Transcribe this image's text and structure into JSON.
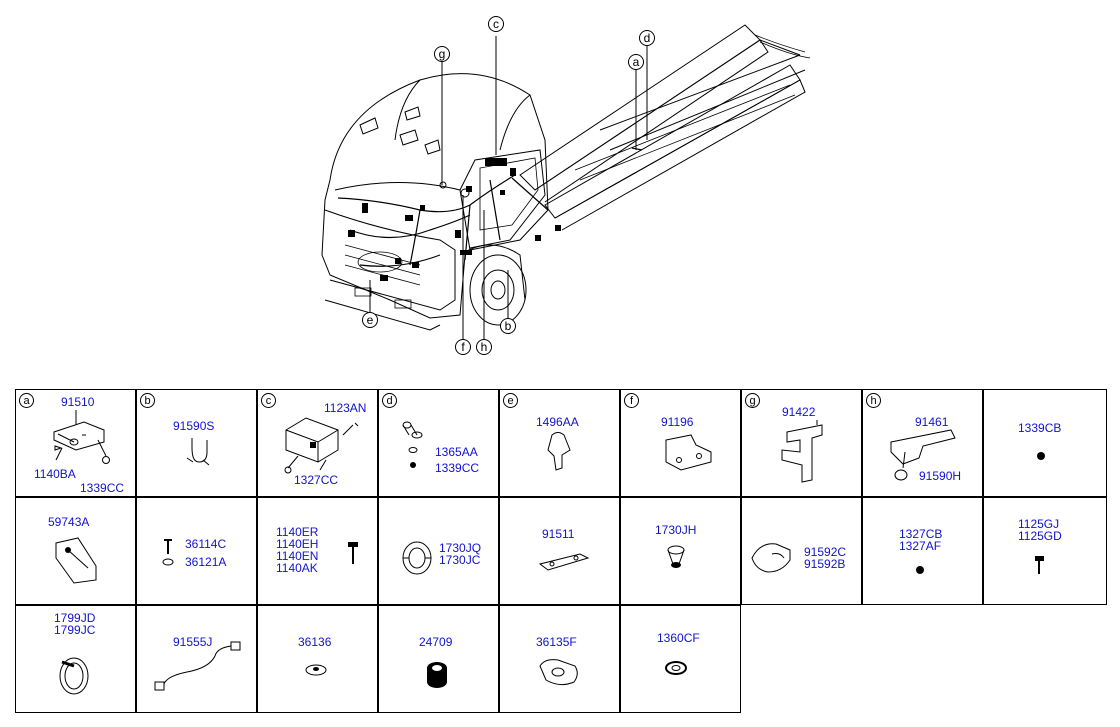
{
  "overview": {
    "callouts": [
      "a",
      "b",
      "c",
      "d",
      "e",
      "f",
      "g",
      "h"
    ]
  },
  "cells": [
    {
      "letter": "a",
      "parts": [
        "91510",
        "1140BA",
        "1339CC"
      ]
    },
    {
      "letter": "b",
      "parts": [
        "91590S"
      ]
    },
    {
      "letter": "c",
      "parts": [
        "1123AN",
        "1327CC"
      ]
    },
    {
      "letter": "d",
      "parts": [
        "1365AA",
        "1339CC"
      ]
    },
    {
      "letter": "e",
      "parts": [
        "1496AA"
      ]
    },
    {
      "letter": "f",
      "parts": [
        "91196"
      ]
    },
    {
      "letter": "g",
      "parts": [
        "91422"
      ]
    },
    {
      "letter": "h",
      "parts": [
        "91461",
        "91590H"
      ]
    },
    {
      "letter": "",
      "parts": [
        "1339CB"
      ]
    },
    {
      "letter": "",
      "parts": [
        "59743A"
      ]
    },
    {
      "letter": "",
      "parts": [
        "36114C",
        "36121A"
      ]
    },
    {
      "letter": "",
      "parts": [
        "1140ER\n1140EH\n1140EN\n1140AK"
      ]
    },
    {
      "letter": "",
      "parts": [
        "1730JQ\n1730JC"
      ]
    },
    {
      "letter": "",
      "parts": [
        "91511"
      ]
    },
    {
      "letter": "",
      "parts": [
        "1730JH"
      ]
    },
    {
      "letter": "",
      "parts": [
        "91592C\n91592B"
      ]
    },
    {
      "letter": "",
      "parts": [
        "1327CB\n1327AF"
      ]
    },
    {
      "letter": "",
      "parts": [
        "1125GJ\n1125GD"
      ]
    },
    {
      "letter": "",
      "parts": [
        "1799JD\n1799JC"
      ]
    },
    {
      "letter": "",
      "parts": [
        "91555J"
      ]
    },
    {
      "letter": "",
      "parts": [
        "36136"
      ]
    },
    {
      "letter": "",
      "parts": [
        "24709"
      ]
    },
    {
      "letter": "",
      "parts": [
        "36135F"
      ]
    },
    {
      "letter": "",
      "parts": [
        "1360CF"
      ]
    }
  ]
}
